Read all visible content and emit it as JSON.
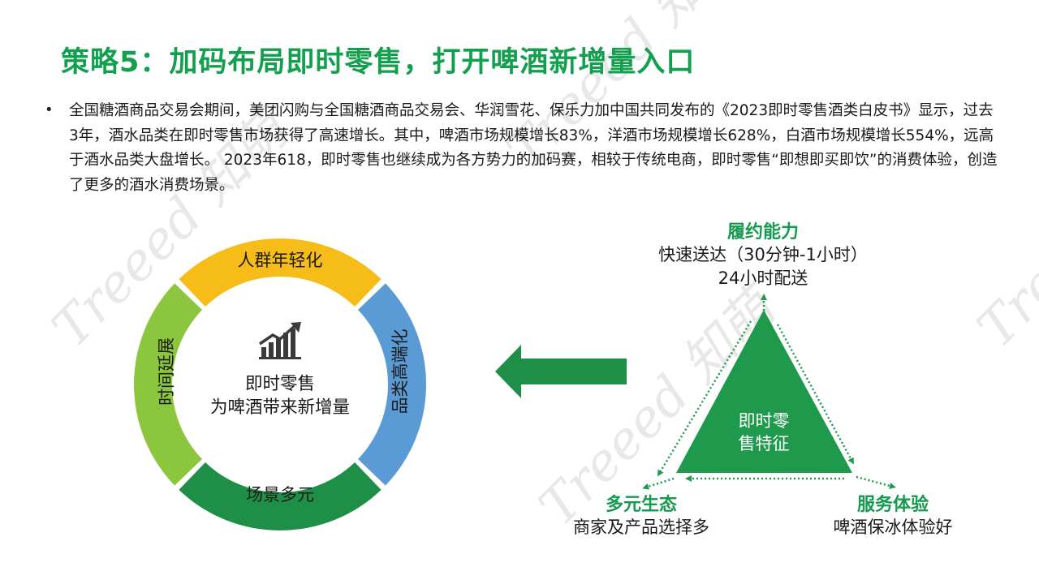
{
  "title": "策略5：加码布局即时零售，打开啤酒新增量入口",
  "bullet": {
    "marker": "•",
    "text": "全国糖酒商品交易会期间，美团闪购与全国糖酒商品交易会、华润雪花、保乐力加中国共同发布的《2023即时零售酒类白皮书》显示，过去3年，酒水品类在即时零售市场获得了高速增长。其中，啤酒市场规模增长83%，洋酒市场规模增长628%，白酒市场规模增长554%，远高于酒水品类大盘增长。 2023年618，即时零售也继续成为各方势力的加码赛，相较于传统电商，即时零售“即想即买即饮”的消费体验，创造了更多的酒水消费场景。"
  },
  "ring": {
    "segments": {
      "top": "人群年轻化",
      "right": "品类高端化",
      "bottom": "场景多元",
      "left": "时间延展"
    },
    "colors": {
      "top": "#f6bc17",
      "right": "#5b9bd5",
      "bottom": "#1f8f48",
      "left": "#8cc63f"
    },
    "center_icon": "bar-chart-growth-icon",
    "center_line1": "即时零售",
    "center_line2": "为啤酒带来新增量"
  },
  "arrow_icon": "arrow-left-icon",
  "triangle": {
    "color": "#1f9a4d",
    "center_line1": "即时零",
    "center_line2": "售特征",
    "top": {
      "heading": "履约能力",
      "line1": "快速送达（30分钟-1小时）",
      "line2": "24小时配送"
    },
    "left": {
      "heading": "多元生态",
      "line1": "商家及产品选择多"
    },
    "right": {
      "heading": "服务体验",
      "line1": "啤酒保冰体验好"
    }
  },
  "watermark": "Treeed 知萌"
}
